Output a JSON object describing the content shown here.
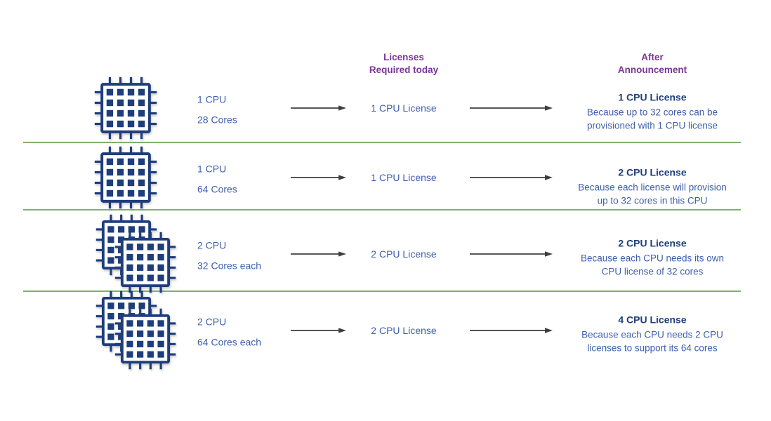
{
  "headers": {
    "today_line1": "Licenses",
    "today_line2": "Required today",
    "after_line1": "After",
    "after_line2": "Announcement"
  },
  "rows": [
    {
      "chip_icons": 1,
      "cpu": "1 CPU",
      "cores": "28 Cores",
      "today": "1 CPU License",
      "after_title": "1 CPU License",
      "after_desc": "Because up to 32 cores can be provisioned with 1 CPU license"
    },
    {
      "chip_icons": 1,
      "cpu": "1 CPU",
      "cores": "64 Cores",
      "today": "1 CPU License",
      "after_title": "2 CPU License",
      "after_desc": "Because each license will provision up to 32 cores in this CPU"
    },
    {
      "chip_icons": 2,
      "cpu": "2 CPU",
      "cores": "32 Cores each",
      "today": "2 CPU License",
      "after_title": "2 CPU License",
      "after_desc": "Because each CPU needs its own CPU license of 32 cores"
    },
    {
      "chip_icons": 2,
      "cpu": "2 CPU",
      "cores": "64 Cores each",
      "today": "2 CPU License",
      "after_title": "4 CPU License",
      "after_desc": "Because each CPU needs 2 CPU licenses to support its 64 cores"
    }
  ],
  "icons": {
    "chip": "cpu-chip-icon",
    "arrow": "arrow-right-icon"
  },
  "colors": {
    "header_purple": "#7C3596",
    "body_blue": "#3E5FAB",
    "title_navy": "#1C3E78",
    "chip_navy": "#1E3D7B",
    "divider_green": "#7FB06C",
    "arrow_gray": "#3E3E3E",
    "background": "#FFFFFF"
  }
}
